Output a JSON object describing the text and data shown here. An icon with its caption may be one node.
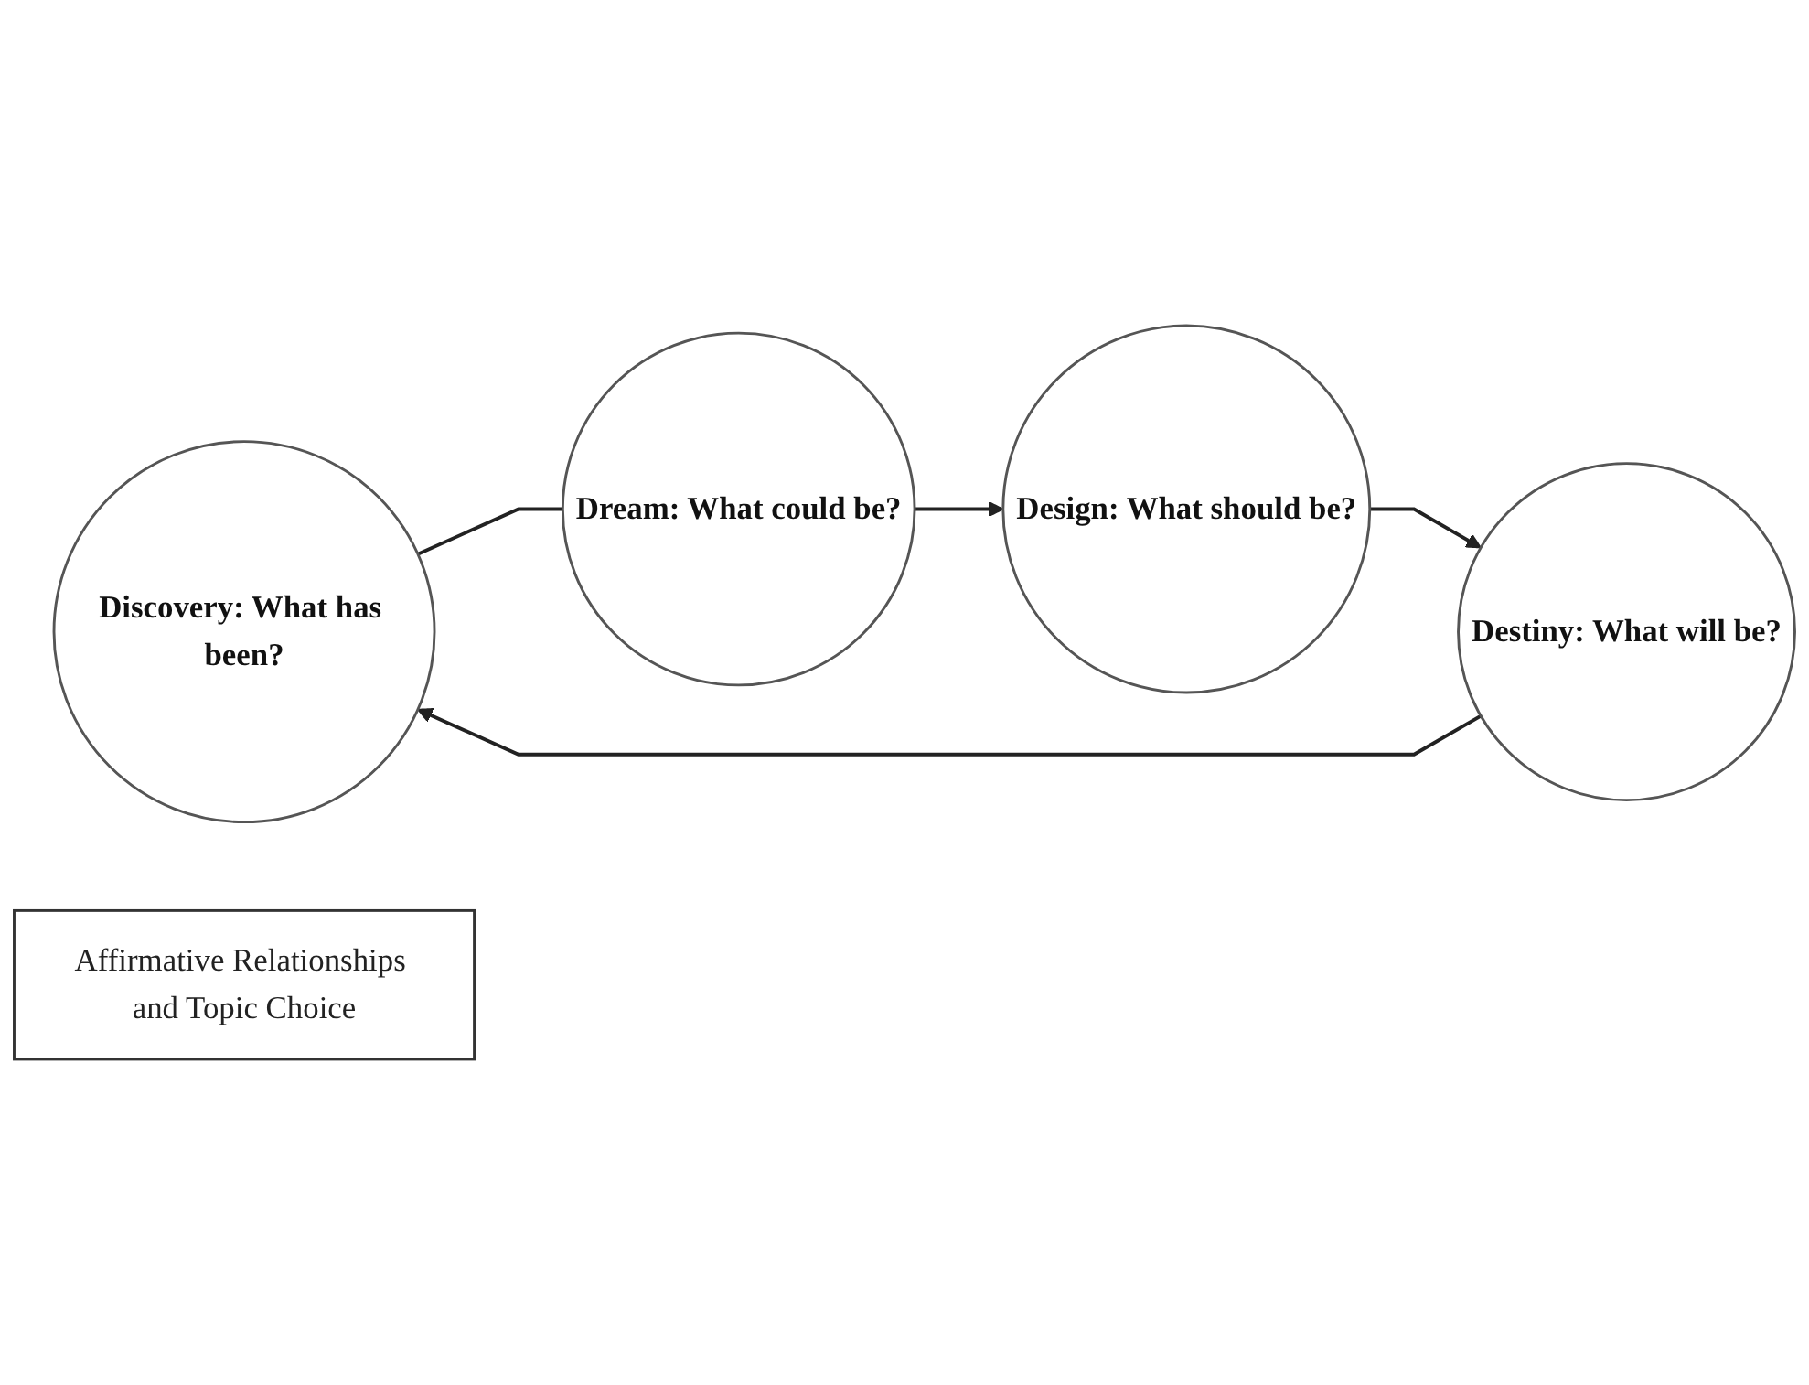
{
  "diagram": {
    "nodes": [
      {
        "text": [
          "Discovery: What has been?"
        ]
      },
      {
        "text": [
          "Destiny: What will be?"
        ]
      },
      {
        "text": [
          "Affirmative Relationships and Topic Choice"
        ]
      },
      {
        "text": [
          "Dream: What could be?"
        ]
      },
      {
        "text": [
          "Design: What should be?"
        ]
      }
    ],
    "edges": [
      {
        "from": 1,
        "to": 0,
        "arrow": "to"
      },
      {
        "from": 0,
        "to": 3,
        "arrow": "none"
      },
      {
        "from": 3,
        "to": 4,
        "arrow": "to"
      },
      {
        "from": 4,
        "to": 1,
        "arrow": "to"
      }
    ]
  }
}
